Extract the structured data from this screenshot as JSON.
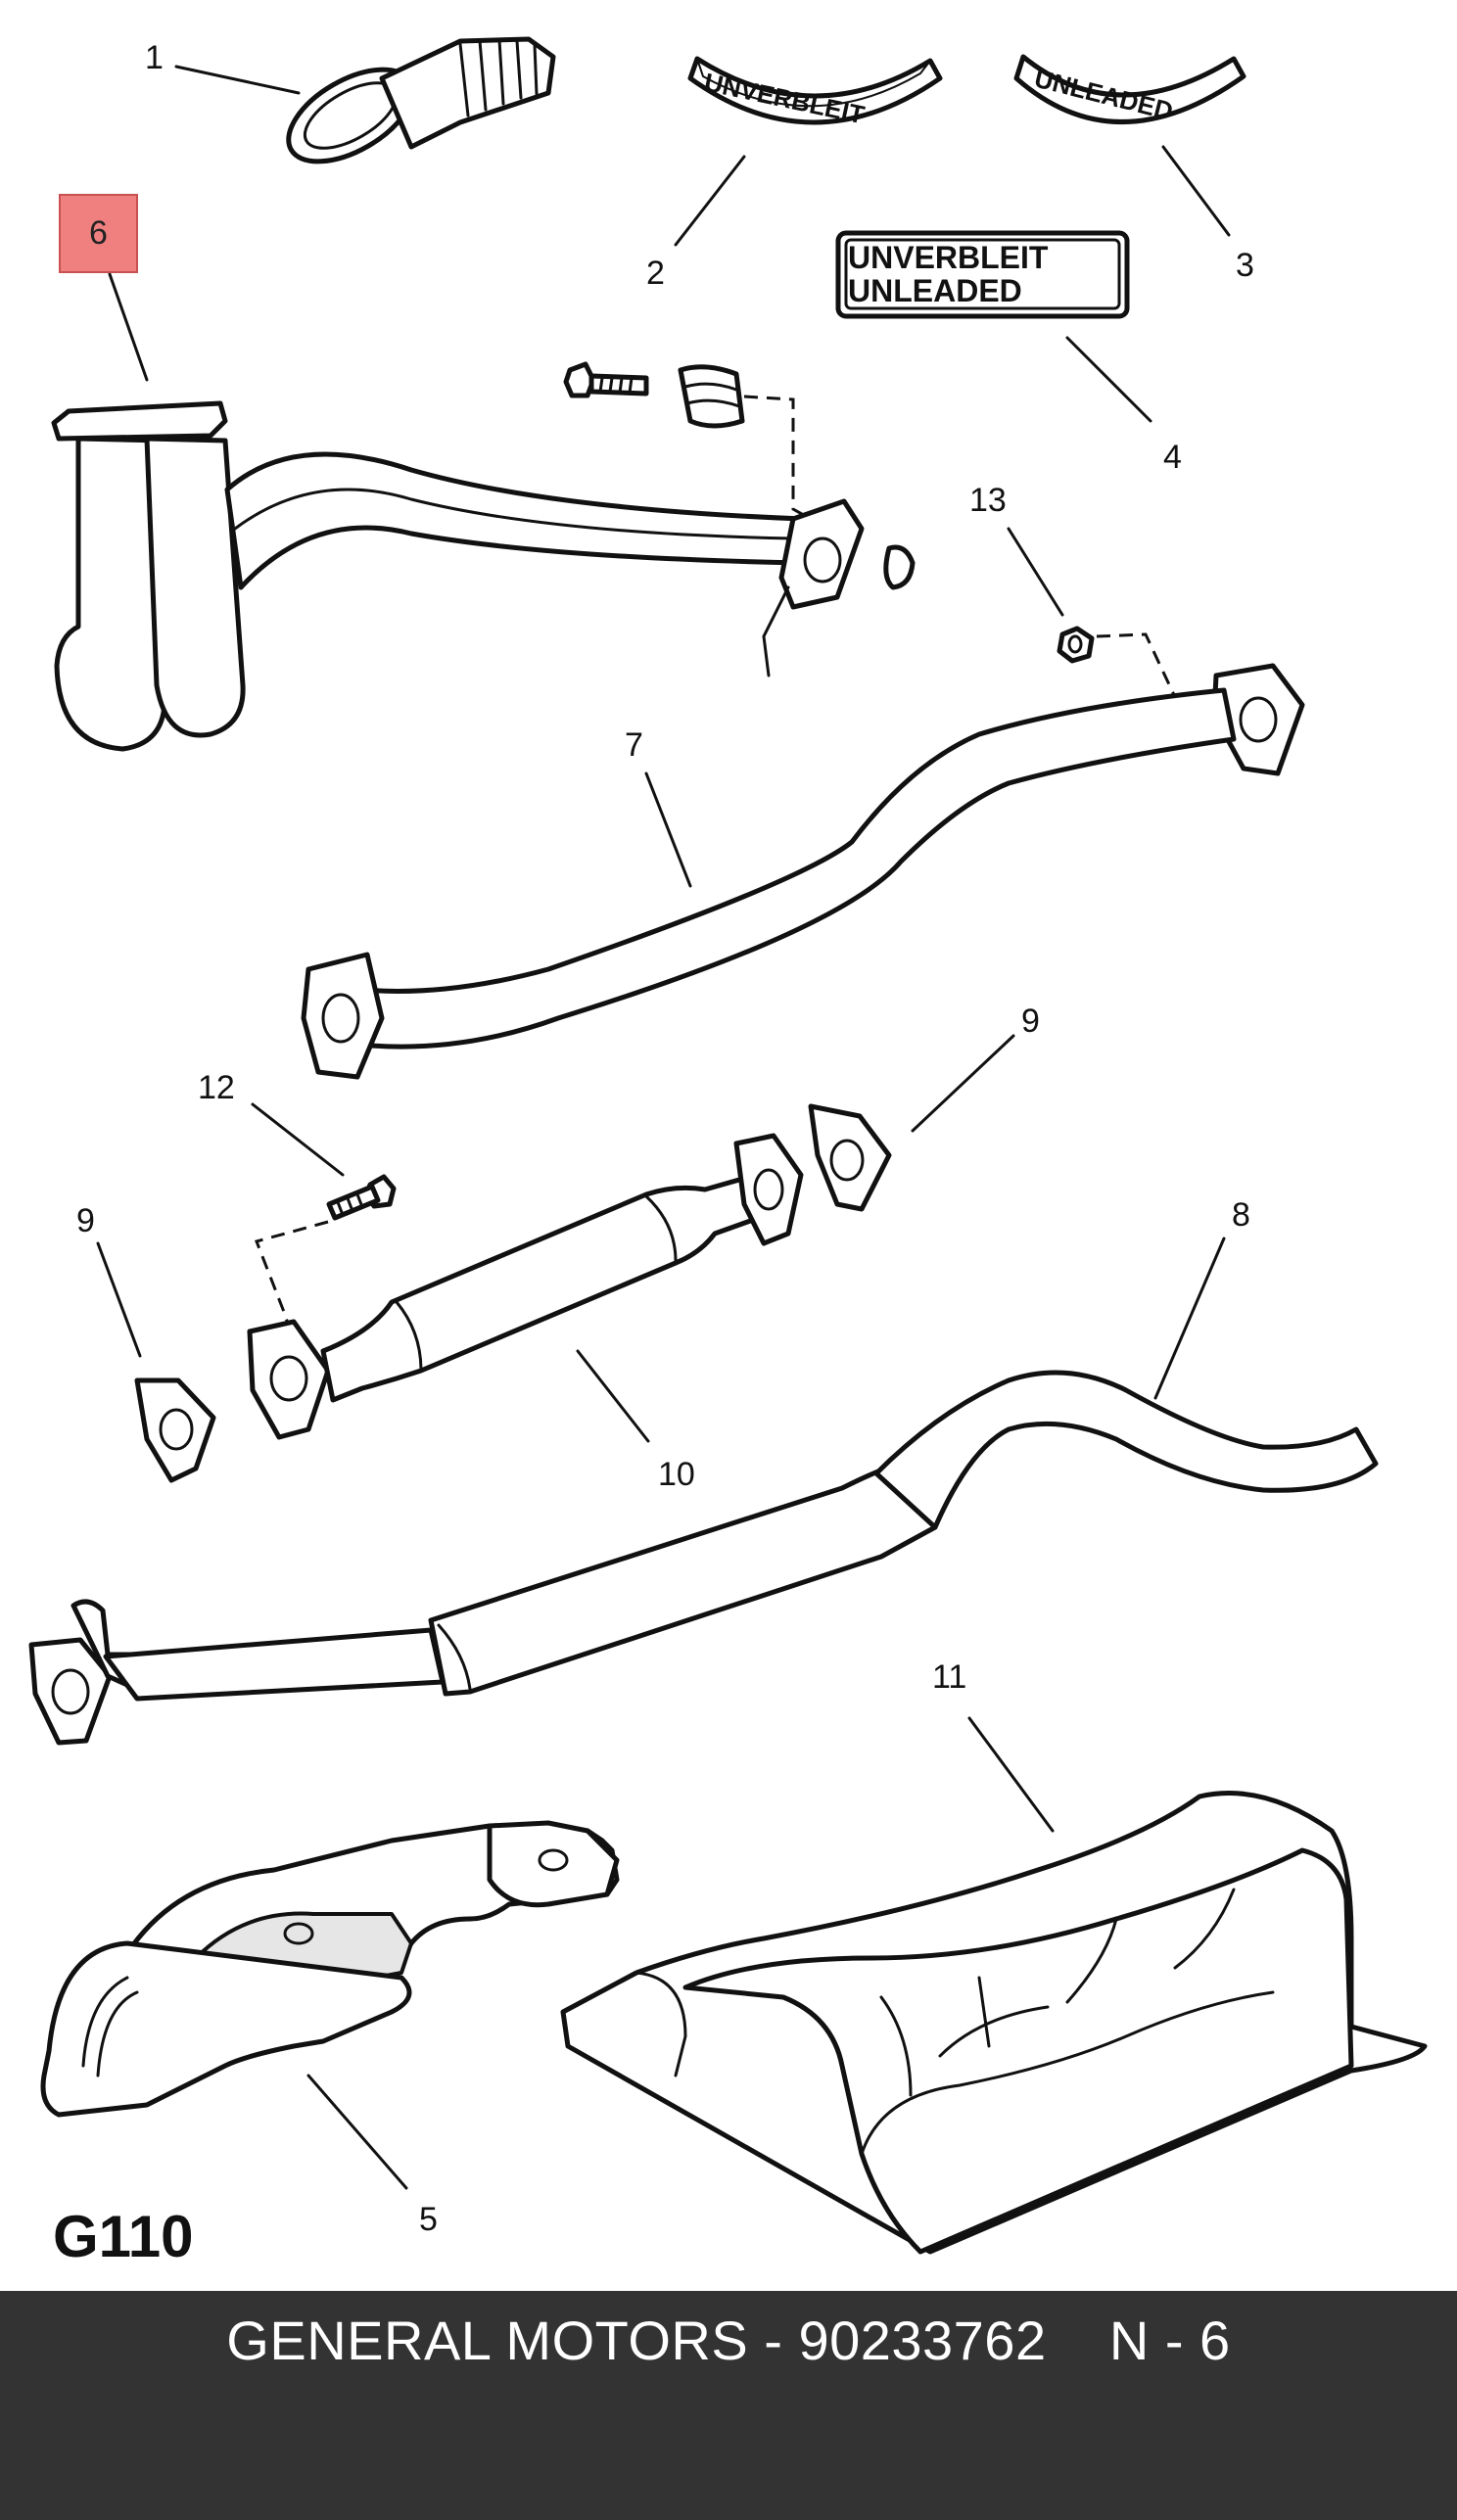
{
  "diagram": {
    "figure_code": "G110",
    "highlighted_callout": "6",
    "callouts": {
      "c1": "1",
      "c2": "2",
      "c3": "3",
      "c4": "4",
      "c5": "5",
      "c7": "7",
      "c8": "8",
      "c9a": "9",
      "c9b": "9",
      "c10": "10",
      "c11": "11",
      "c12": "12",
      "c13": "13"
    },
    "labels": {
      "label2": "UNVERBLEIT",
      "label3": "UNLEADED",
      "label4_line1": "UNVERBLEIT",
      "label4_line2": "UNLEADED"
    },
    "highlight_color": "#f08080"
  },
  "footer": {
    "text": "GENERAL MOTORS - 90233762    N - 6",
    "background": "#333333"
  }
}
